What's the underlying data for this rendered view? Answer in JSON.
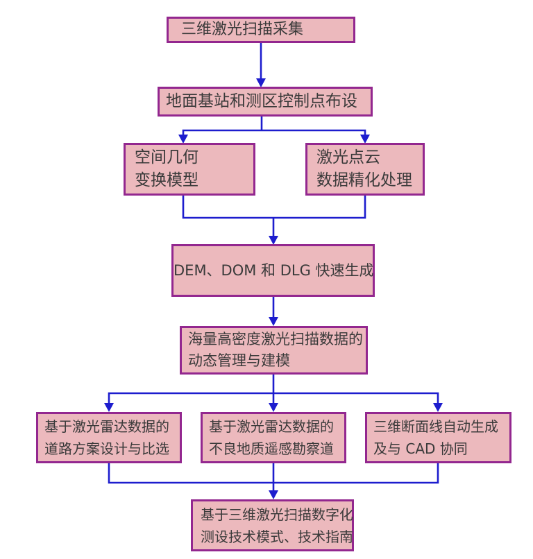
{
  "diagram": {
    "colors": {
      "box_fill": "#ecb9bd",
      "box_border": "#93278f",
      "arrow": "#1d1dce",
      "text": "#3a3a3a",
      "background": "#ffffff"
    },
    "nodes": [
      {
        "id": "3d-laser-scan-collection",
        "lines": [
          "三维激光扫描采集"
        ]
      },
      {
        "id": "ground-base-station-control-points",
        "lines": [
          "地面基站和测区控制点布设"
        ]
      },
      {
        "id": "spatial-geometry-transform-model",
        "lines": [
          "空间几何",
          "变换模型"
        ]
      },
      {
        "id": "laser-point-cloud-refinement",
        "lines": [
          "激光点云",
          "数据精化处理"
        ]
      },
      {
        "id": "dem-dom-dlg-generation",
        "lines": [
          "DEM、DOM 和 DLG 快速生成"
        ]
      },
      {
        "id": "mass-data-management-modeling",
        "lines": [
          "海量高密度激光扫描数据的",
          "动态管理与建模"
        ]
      },
      {
        "id": "road-design-comparison",
        "lines": [
          "基于激光雷达数据的",
          "道路方案设计与比选"
        ]
      },
      {
        "id": "geology-remote-sensing-survey",
        "lines": [
          "基于激光雷达数据的",
          "不良地质遥感勘察道"
        ]
      },
      {
        "id": "3d-section-cad-collaboration",
        "lines": [
          "三维断面线自动生成",
          "及与 CAD 协同"
        ]
      },
      {
        "id": "digital-survey-tech-guide",
        "lines": [
          "基于三维激光扫描数字化",
          "测设技术模式、技术指南"
        ]
      }
    ]
  }
}
